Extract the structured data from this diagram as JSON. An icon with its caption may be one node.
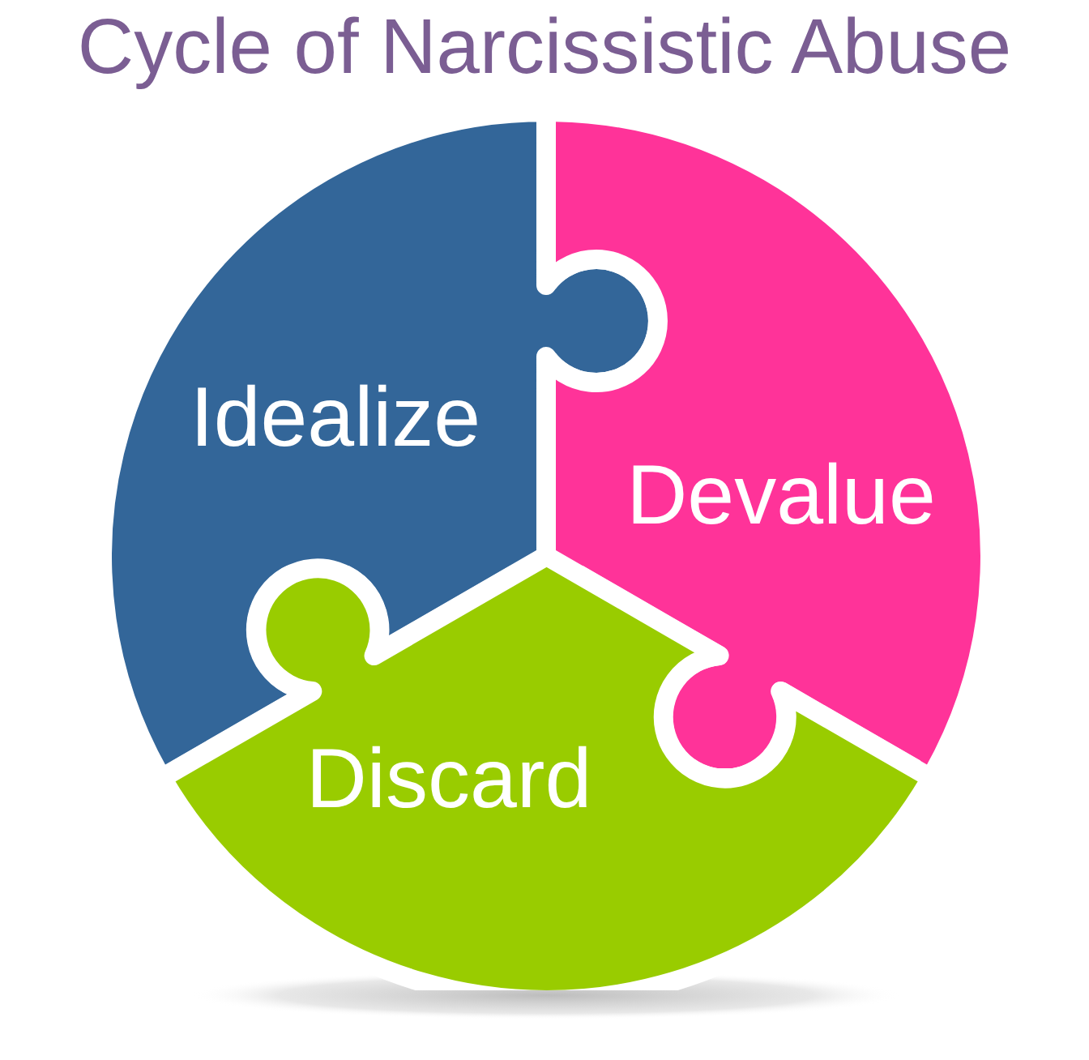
{
  "diagram": {
    "title": "Cycle of Narcissistic Abuse",
    "nodes": [
      {
        "text": [
          "Idealize"
        ]
      },
      {
        "text": [
          "Devalue"
        ]
      },
      {
        "text": [
          "Discard"
        ]
      }
    ]
  }
}
